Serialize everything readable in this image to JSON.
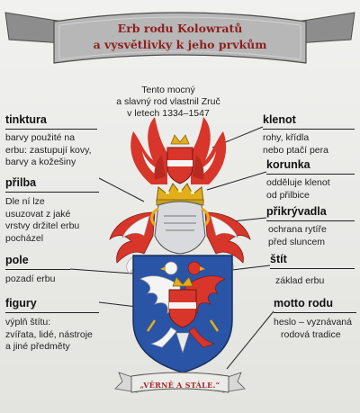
{
  "title": {
    "line1": "Erb rodu Kolowratů",
    "line2": "a vysvětlivky k jeho prvkům"
  },
  "intro": [
    "Tento mocný",
    "a slavný rod vlastnil Zruč",
    "v letech 1334–1547"
  ],
  "left_terms": [
    {
      "term": "tinktura",
      "desc": [
        "barvy použité na",
        "erbu: zastupují kovy,",
        "barvy a kožešiny"
      ]
    },
    {
      "term": "přilba",
      "desc": [
        "Dle ní lze",
        "usuzovat z jaké",
        "vrstvy držitel erbu",
        "pocházel"
      ]
    },
    {
      "term": "pole",
      "desc": [
        "pozadí erbu"
      ]
    },
    {
      "term": "figury",
      "desc": [
        "výplň štítu:",
        "zvířata, lidé, nástroje",
        "a jiné předměty"
      ]
    }
  ],
  "right_terms": [
    {
      "term": "klenot",
      "desc": [
        "rohy, křídla",
        "nebo ptačí pera"
      ]
    },
    {
      "term": "korunka",
      "desc": [
        "odděluje klenot",
        "od přilbice"
      ]
    },
    {
      "term": "přikrývadla",
      "desc": [
        "ochrana rytíře",
        "před sluncem"
      ]
    },
    {
      "term": "štít",
      "desc": [
        "základ erbu"
      ]
    },
    {
      "term": "motto rodu",
      "desc": [
        "heslo – vyznávaná",
        "rodová tradice"
      ]
    }
  ],
  "motto": "„VĚRNĚ A STÁLE.“",
  "colors": {
    "title_red": "#8e1f1f",
    "heraldic_red": "#d8362a",
    "field_blue": "#2a54a6",
    "gold": "#e2ae1c",
    "silver": "#f4f4f4"
  }
}
